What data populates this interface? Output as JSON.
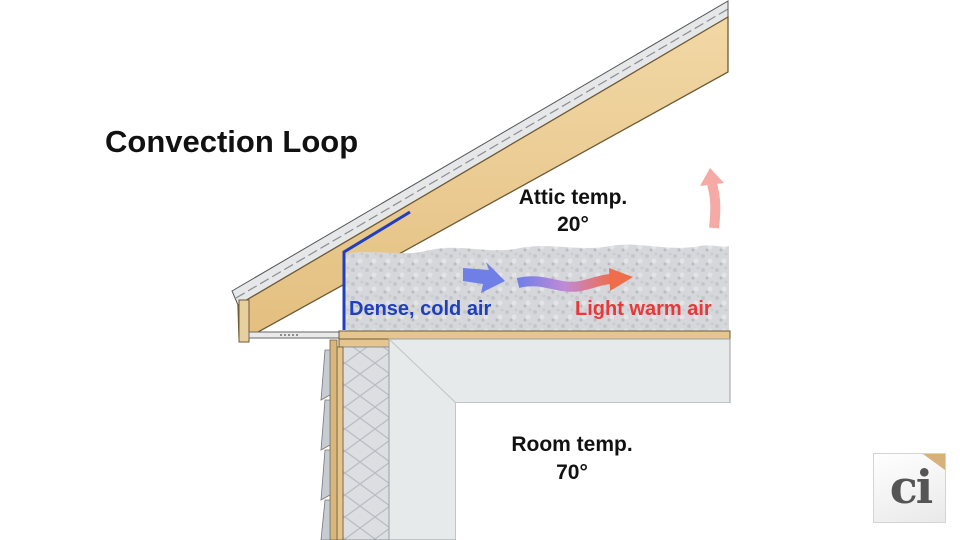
{
  "title": "Convection Loop",
  "attic": {
    "label": "Attic temp.",
    "value": "20°"
  },
  "room": {
    "label": "Room temp.",
    "value": "70°"
  },
  "cold_air_label": "Dense, cold air",
  "warm_air_label": "Light warm air",
  "logo": {
    "text": "ci"
  },
  "colors": {
    "cold": "#1f3fbf",
    "warm": "#e8393a",
    "rafter": "#efd39e",
    "insulation": "#c9ccd0",
    "drywall": "#e9ecec"
  }
}
